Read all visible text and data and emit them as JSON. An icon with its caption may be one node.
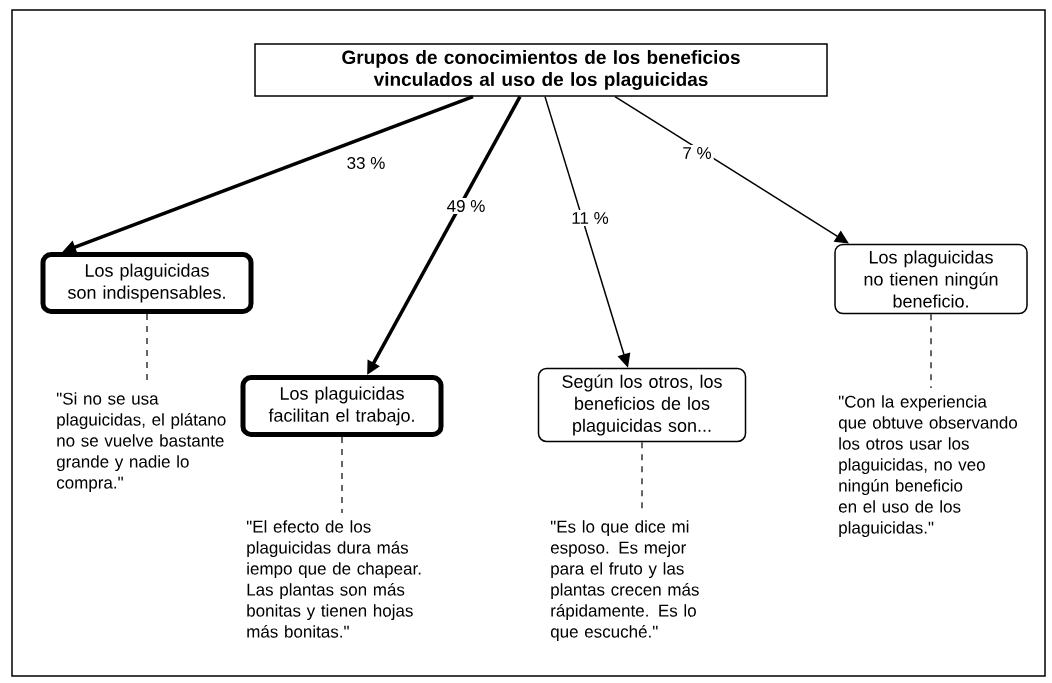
{
  "diagram": {
    "nodes": [
      {
        "text": [
          "Grupos de conocimientos de los beneficios vinculados al uso de los plaguicidas"
        ]
      },
      {
        "text": [
          "Los plaguicidas son indispensables."
        ]
      },
      {
        "text": [
          "Los plaguicidas facilitan el trabajo."
        ]
      },
      {
        "text": [
          "Según los otros, los beneficios de los plaguicidas son..."
        ]
      },
      {
        "text": [
          "Los plaguicidas no tienen ningún beneficio."
        ]
      },
      {
        "text": [
          "\"Si no se usa plaguicidas, el plátano no se vuelve bastante grande y nadie lo compra.\""
        ]
      },
      {
        "text": [
          "\"El efecto de los plaguicidas dura más iempo que de chapear. Las plantas son más bonitas y tienen hojas más bonitas.\""
        ]
      },
      {
        "text": [
          "\"Es lo que dice mi esposo. Es mejor para el fruto y las plantas crecen más rápidamente. Es lo que escuché.\""
        ]
      },
      {
        "text": [
          "\"Con la experiencia que obtuve observando los otros usar los plaguicidas, no veo ningún beneficio en el uso de los plaguicidas.\""
        ]
      }
    ],
    "edges": [
      {
        "from": 0,
        "to": 1,
        "arrow": "to",
        "label": "33 %",
        "style": "thick"
      },
      {
        "from": 0,
        "to": 2,
        "arrow": "to",
        "label": "49 %",
        "style": "thick"
      },
      {
        "from": 0,
        "to": 3,
        "arrow": "to",
        "label": "11 %"
      },
      {
        "from": 0,
        "to": 4,
        "arrow": "to",
        "label": "7 %"
      },
      {
        "from": 1,
        "to": 5,
        "arrow": "none",
        "style": "dashed"
      },
      {
        "from": 2,
        "to": 6,
        "arrow": "none",
        "style": "dashed"
      },
      {
        "from": 3,
        "to": 7,
        "arrow": "none",
        "style": "dashed"
      },
      {
        "from": 4,
        "to": 8,
        "arrow": "none",
        "style": "dashed"
      }
    ]
  }
}
